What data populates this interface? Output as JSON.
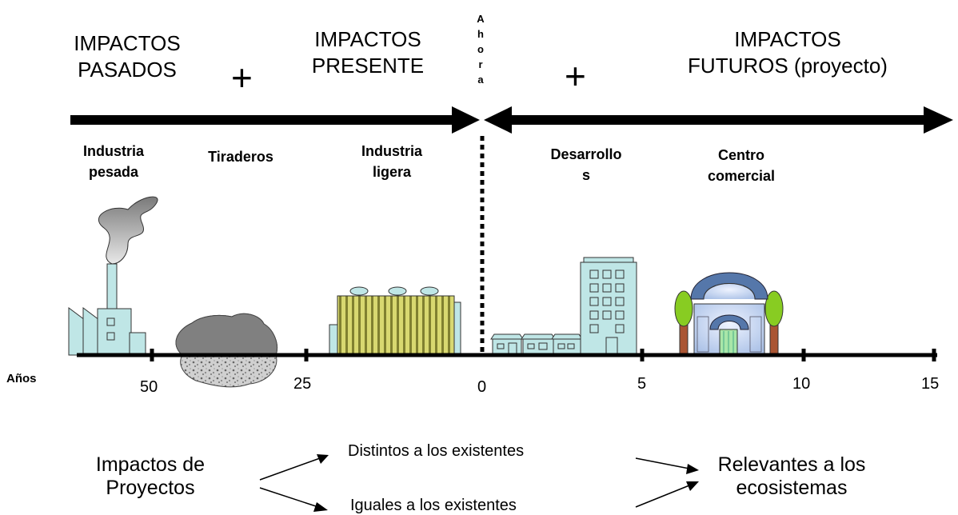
{
  "headers": {
    "past": [
      "IMPACTOS",
      "PASADOS"
    ],
    "present": [
      "IMPACTOS",
      "PRESENTE"
    ],
    "future": [
      "IMPACTOS",
      "FUTUROS (proyecto)"
    ],
    "plus": "+"
  },
  "now_letters": [
    "A",
    "h",
    "o",
    "r",
    "a"
  ],
  "labels": {
    "industria_pesada": [
      "Industria",
      "pesada"
    ],
    "tiraderos": "Tiraderos",
    "industria_ligera": [
      "Industria",
      "ligera"
    ],
    "desarrollos": [
      "Desarrollo",
      "s"
    ],
    "centro_comercial": [
      "Centro",
      "comercial"
    ]
  },
  "axis": {
    "title": "Años",
    "ticks": [
      "50",
      "25",
      "0",
      "5",
      "10",
      "15"
    ]
  },
  "bottom": {
    "source": [
      "Impactos de",
      "Proyectos"
    ],
    "upper": "Distintos a los existentes",
    "lower": "Iguales a los existentes",
    "target": [
      "Relevantes a los",
      "ecosistemas"
    ]
  },
  "colors": {
    "building": "#bfe6e6",
    "industry_yellow": "#cccc66",
    "smoke": "#aaaaaa",
    "dome": "#5577aa",
    "mall": "#c8d8f0",
    "tree_green": "#88cc22",
    "trunk": "#aa5533"
  }
}
